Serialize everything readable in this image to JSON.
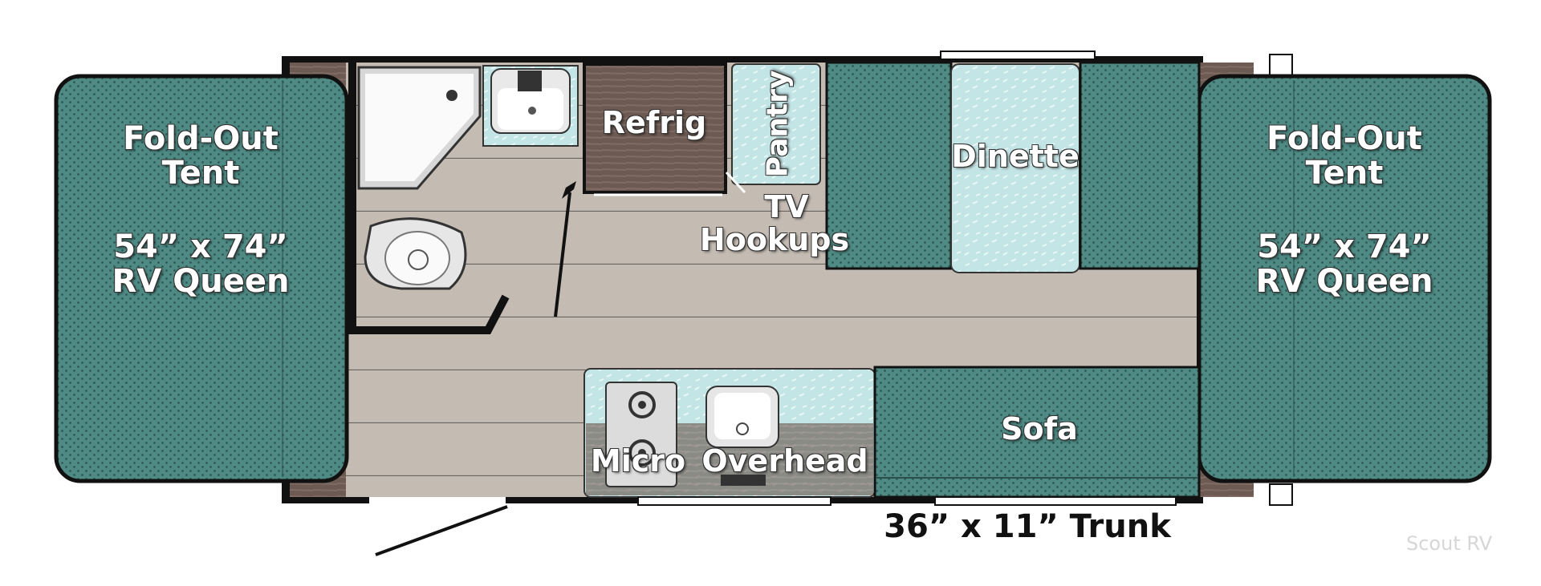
{
  "rooms": {
    "left_tent": {
      "title_line1": "Fold-Out",
      "title_line2": "Tent",
      "size": "54” x 74”",
      "bed": "RV Queen"
    },
    "right_tent": {
      "title_line1": "Fold-Out",
      "title_line2": "Tent",
      "size": "54” x 74”",
      "bed": "RV Queen"
    },
    "refrigerator": "Refrig",
    "pantry": "Pantry",
    "tv_hookups_line1": "TV",
    "tv_hookups_line2": "Hookups",
    "dinette": "Dinette",
    "micro": "Micro",
    "overhead": "Overhead",
    "sofa": "Sofa",
    "trunk": "36” x 11” Trunk"
  },
  "watermark": "Scout RV",
  "colors": {
    "tent_teal": "#4f8a84",
    "floor": "#c4bcb3",
    "counter": "#bfe2e2",
    "wall": "#111111",
    "cabinet_wood": "#6a5750"
  }
}
